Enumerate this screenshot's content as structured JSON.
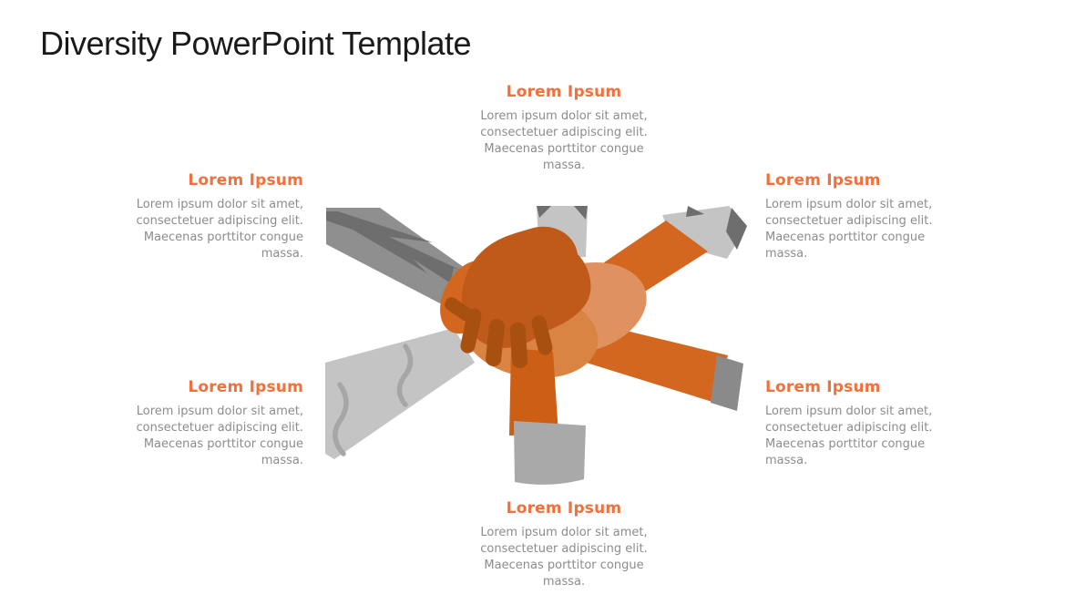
{
  "slide": {
    "title": "Diversity PowerPoint Template"
  },
  "blocks": [
    {
      "position": "top",
      "heading": "Lorem Ipsum",
      "body": "Lorem ipsum dolor sit amet, consectetuer adipiscing elit. Maecenas porttitor congue massa."
    },
    {
      "position": "upper-left",
      "heading": "Lorem Ipsum",
      "body": "Lorem ipsum dolor sit amet, consectetuer adipiscing elit. Maecenas porttitor congue massa."
    },
    {
      "position": "upper-right",
      "heading": "Lorem Ipsum",
      "body": "Lorem ipsum dolor sit amet, consectetuer adipiscing elit. Maecenas porttitor congue massa."
    },
    {
      "position": "lower-left",
      "heading": "Lorem Ipsum",
      "body": "Lorem ipsum dolor sit amet, consectetuer adipiscing elit. Maecenas porttitor congue massa."
    },
    {
      "position": "lower-right",
      "heading": "Lorem Ipsum",
      "body": "Lorem ipsum dolor sit amet, consectetuer adipiscing elit. Maecenas porttitor congue massa."
    },
    {
      "position": "bottom",
      "heading": "Lorem Ipsum",
      "body": "Lorem ipsum dolor sit amet, consectetuer adipiscing elit. Maecenas porttitor congue massa."
    }
  ],
  "illustration": {
    "name": "six-hands-stacked-teamwork",
    "description": "Six arms of diverse people stacking hands in the center"
  },
  "colors": {
    "title_text": "#1a1a1a",
    "heading_orange": "#f1703c",
    "body_gray": "#8c8c8c",
    "arm_orange": "#d4671f",
    "arm_orange_deep": "#cd5e15",
    "hand_dark": "#bf5a1b",
    "finger_dark": "#a8500f",
    "hand_light_1": "#df9160",
    "hand_light_2": "#d98442",
    "sleeve_light": "#c4c4c4",
    "sleeve_mid": "#a9a9a9",
    "gray_mid": "#8f8f8f",
    "gray_dark": "#6e6e6e",
    "cuff_gray": "#8a8a8a",
    "wrinkle_gray": "#a6a6a6"
  }
}
